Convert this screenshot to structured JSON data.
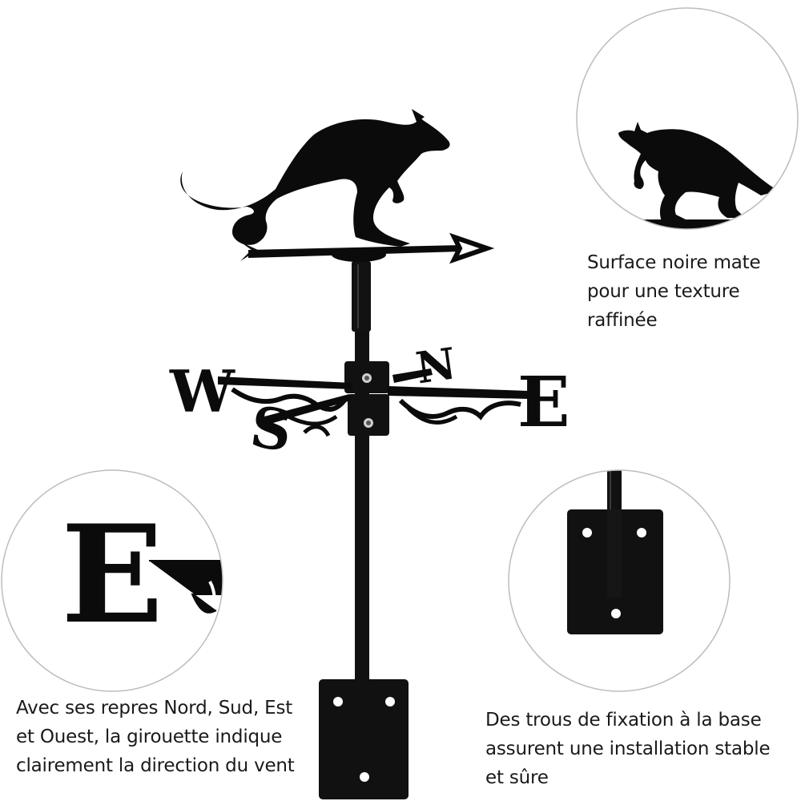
{
  "compass_letters": {
    "west": "W",
    "east": "E",
    "north": "N",
    "south": "S"
  },
  "zoom_letter": "E",
  "captions": {
    "top_right": [
      "Surface noire mate",
      "pour une texture",
      "raffinée"
    ],
    "bottom_left": [
      "Avec ses repres Nord, Sud, Est",
      "et Ouest, la girouette indique",
      "clairement la direction du vent"
    ],
    "bottom_right": [
      "Des trous de fixation à la base",
      "assurent une installation stable",
      "et sûre"
    ]
  },
  "icons": [
    "kangaroo-silhouette-icon",
    "arrow-pointer-icon",
    "mounting-plate-icon"
  ],
  "colors": {
    "metal": "#0b0b0b",
    "circle_border": "#bdbdbd",
    "background": "#ffffff"
  }
}
